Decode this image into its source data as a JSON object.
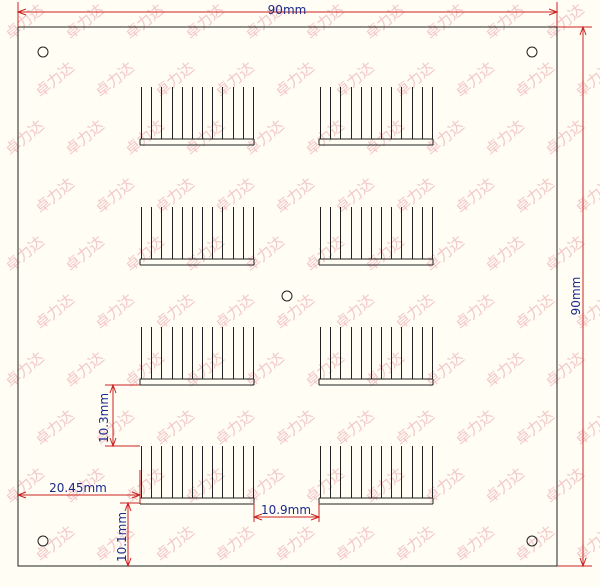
{
  "drawing": {
    "colors": {
      "background": "#fffdf4",
      "outline": "#222222",
      "dimension_line": "#cc2222",
      "dimension_text": "#1a2a8a",
      "watermark": "#f2c8c8"
    },
    "plate": {
      "width_label": "90mm",
      "height_label": "90mm"
    },
    "heatsink_grid": {
      "rows": 4,
      "cols": 2,
      "fins_per_heatsink": 12,
      "count": 8
    },
    "mounting_holes": {
      "count": 5
    },
    "dimensions": {
      "row_spacing_label": "10.3mm",
      "left_offset_label": "20.45mm",
      "column_gap_label": "10.9mm",
      "bottom_offset_label": "10.1mm"
    },
    "watermark_text": "卓力达"
  }
}
